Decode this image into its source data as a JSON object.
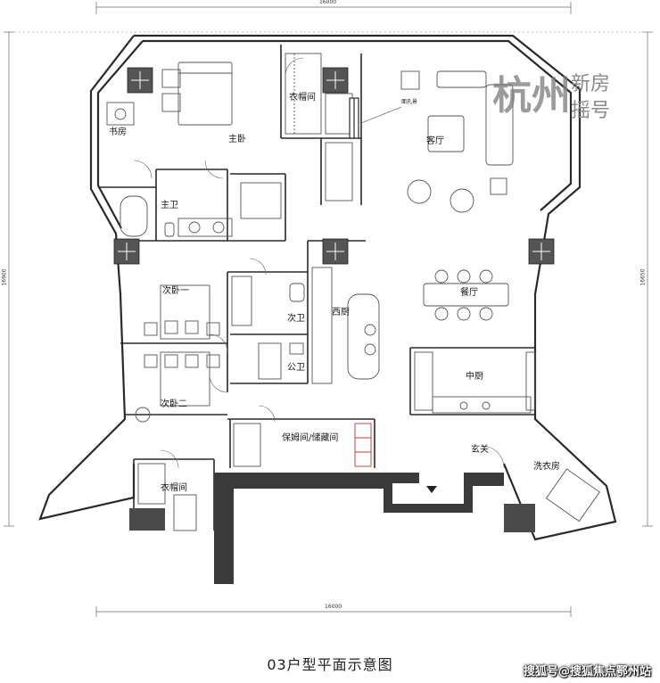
{
  "title": "03户型平面示意图",
  "credit": "搜狐号@搜狐焦点鄂州站",
  "watermark": {
    "brand": "杭州",
    "line1": "新房",
    "line2": "摇号"
  },
  "dimensions": {
    "top": "16000",
    "bottom": "16000",
    "left": "16900",
    "right": "16650"
  },
  "rooms": {
    "study": "书房",
    "master_bedroom": "主卧",
    "walk_in_closet": "衣帽间",
    "living_room": "客厅",
    "master_bath": "主卫",
    "bedroom_2": "次卧一",
    "bedroom_3": "次卧二",
    "second_bath": "次卫",
    "public_bath": "公卫",
    "western_kitchen": "西厨",
    "dining_room": "餐厅",
    "chinese_kitchen": "中厨",
    "storage": "保姆间/储藏间",
    "entrance": "玄关",
    "laundry": "洗衣房",
    "closet_2": "衣帽间",
    "window_note": "面孔景"
  },
  "colors": {
    "wall": "#2a2a2a",
    "furniture": "#555555",
    "door_red": "#c0392b",
    "dim_line": "#666666"
  }
}
